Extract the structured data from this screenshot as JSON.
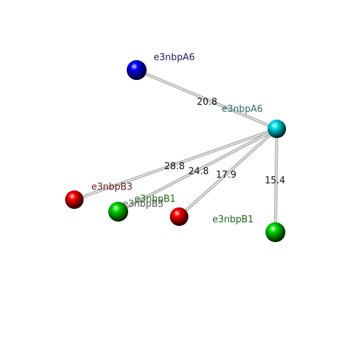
{
  "nodes": [
    {
      "id": "A6_blue",
      "label": "e3nbpA6",
      "color": "#0000ff",
      "label_color": "#1a1a66"
    },
    {
      "id": "A6_cyan",
      "label": "e3nbpA6",
      "color": "#00e5f0",
      "label_color": "#2a6b6b"
    },
    {
      "id": "B3_red",
      "label": "e3nbpB3",
      "color": "#ff0000",
      "label_color": "#6b1a1a"
    },
    {
      "id": "B3_green",
      "label": "e3nbpB3",
      "color": "#00dd00",
      "label_color": "#555555"
    },
    {
      "id": "B1_red",
      "label": "e3nbpB1",
      "color": "#ff0000",
      "label_color": "#1a661a"
    },
    {
      "id": "B1_green",
      "label": "e3nbpB1",
      "color": "#00dd00",
      "label_color": "#1a661a"
    }
  ],
  "edges": [
    {
      "from": "A6_cyan",
      "to": "A6_blue",
      "distance": "20.8"
    },
    {
      "from": "A6_cyan",
      "to": "B3_red",
      "distance": "28.8"
    },
    {
      "from": "A6_cyan",
      "to": "B3_green",
      "distance": "24.8"
    },
    {
      "from": "A6_cyan",
      "to": "B1_red",
      "distance": "17.9"
    },
    {
      "from": "A6_cyan",
      "to": "B1_green",
      "distance": "15.4"
    }
  ]
}
